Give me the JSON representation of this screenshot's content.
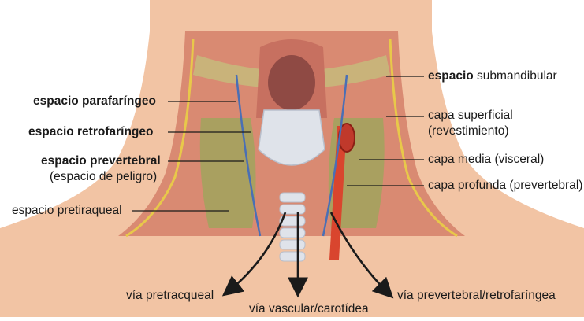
{
  "labels": {
    "submandibular": {
      "bold": "espacio",
      "rest": " submandibular"
    },
    "parafaringeo": "espacio parafaríngeo",
    "retrofaringeo": "espacio retrofaríngeo",
    "prevertebral": "espacio prevertebral",
    "peligro": "(espacio de peligro)",
    "pretiraqueal": "espacio pretiraqueal",
    "capa_superficial": "capa superficial",
    "revestimiento": "(revestimiento)",
    "capa_media": "capa media (visceral)",
    "capa_profunda": "capa profunda (prevertebral)",
    "via_pretraqueal": "vía pretracqueal",
    "via_vascular": "vía vascular/carotídea",
    "via_prevertebral": "vía prevertebral/retrofaríngea"
  },
  "colors": {
    "skin": "#f2c4a4",
    "muscle": "#d98a72",
    "fascia_space": "#a9a060",
    "fascia_line_blue": "#4a6fb5",
    "fascia_line_yellow": "#e8c84a",
    "artery": "#d9452e",
    "cartilage": "#dfe3ea",
    "arrow": "#1a1a1a"
  }
}
